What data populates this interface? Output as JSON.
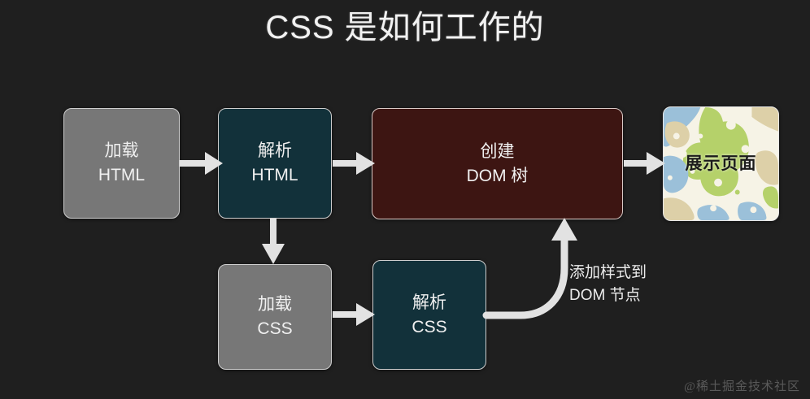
{
  "slide": {
    "title": "CSS 是如何工作的",
    "background_color": "#1f1f1f",
    "watermark": "@稀土掘金技术社区"
  },
  "nodes": [
    {
      "id": "load-html",
      "line1": "加载",
      "line2": "HTML",
      "color": "#777777",
      "style": "gray"
    },
    {
      "id": "parse-html",
      "line1": "解析",
      "line2": "HTML",
      "color": "#12313a",
      "style": "teal"
    },
    {
      "id": "create-dom",
      "line1": "创建",
      "line2": "DOM 树",
      "color": "#3d1512",
      "style": "maroon"
    },
    {
      "id": "render",
      "line1": "展示页面",
      "line2": "",
      "color": "#f4f1e4",
      "style": "pattern"
    },
    {
      "id": "load-css",
      "line1": "加载",
      "line2": "CSS",
      "color": "#777777",
      "style": "gray"
    },
    {
      "id": "parse-css",
      "line1": "解析",
      "line2": "CSS",
      "color": "#12313a",
      "style": "teal"
    }
  ],
  "edges": [
    {
      "id": "e1",
      "from": "load-html",
      "to": "parse-html",
      "label": "",
      "shape": "straight-right"
    },
    {
      "id": "e2",
      "from": "parse-html",
      "to": "create-dom",
      "label": "",
      "shape": "straight-right"
    },
    {
      "id": "e3",
      "from": "create-dom",
      "to": "render",
      "label": "",
      "shape": "straight-right"
    },
    {
      "id": "e4",
      "from": "parse-html",
      "to": "load-css",
      "label": "",
      "shape": "straight-down"
    },
    {
      "id": "e5",
      "from": "load-css",
      "to": "parse-css",
      "label": "",
      "shape": "straight-right"
    },
    {
      "id": "e6",
      "from": "parse-css",
      "to": "create-dom",
      "label": "添加样式到 DOM 节点",
      "shape": "curve-up"
    }
  ],
  "curve_caption": {
    "line1": "添加样式到",
    "line2": "DOM 节点"
  },
  "palette": {
    "arrow": "#e2e2e2",
    "text": "#f0f0f0",
    "title": "#f2f2f2",
    "pattern_green": "#b5d16a",
    "pattern_blue": "#9bc0d9",
    "pattern_tan": "#ddd0a8",
    "pattern_cream": "#f6f3e6"
  }
}
